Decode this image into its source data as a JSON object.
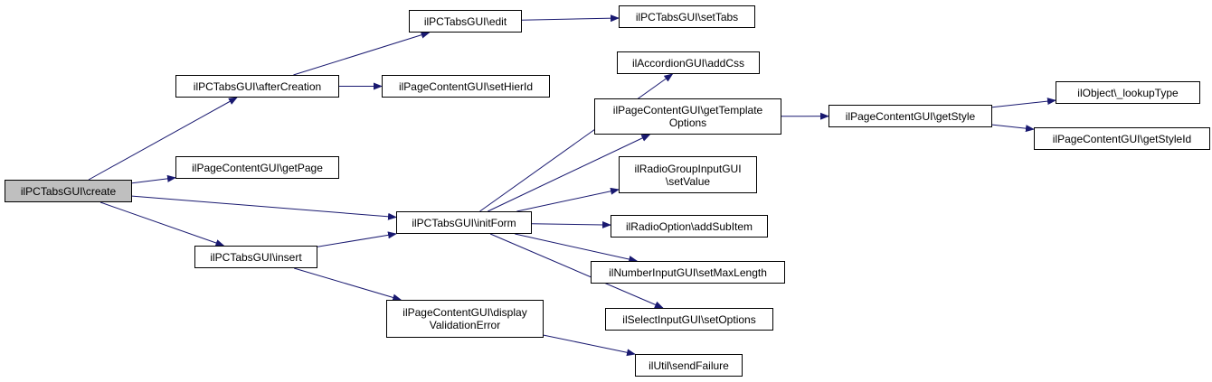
{
  "graph": {
    "edge_color": "#191970",
    "root_fill": "#bfbfbf",
    "nodes": [
      {
        "id": "create",
        "lines": [
          "ilPCTabsGUI\\create"
        ],
        "root": true
      },
      {
        "id": "afterCreation",
        "lines": [
          "ilPCTabsGUI\\afterCreation"
        ]
      },
      {
        "id": "getPage",
        "lines": [
          "ilPageContentGUI\\getPage"
        ]
      },
      {
        "id": "insert",
        "lines": [
          "ilPCTabsGUI\\insert"
        ]
      },
      {
        "id": "edit",
        "lines": [
          "ilPCTabsGUI\\edit"
        ]
      },
      {
        "id": "setHierId",
        "lines": [
          "ilPageContentGUI\\setHierId"
        ]
      },
      {
        "id": "initForm",
        "lines": [
          "ilPCTabsGUI\\initForm"
        ]
      },
      {
        "id": "displayValidationError",
        "lines": [
          "ilPageContentGUI\\display",
          "ValidationError"
        ]
      },
      {
        "id": "setTabs",
        "lines": [
          "ilPCTabsGUI\\setTabs"
        ]
      },
      {
        "id": "addCss",
        "lines": [
          "ilAccordionGUI\\addCss"
        ]
      },
      {
        "id": "getTemplateOptions",
        "lines": [
          "ilPageContentGUI\\getTemplate",
          "Options"
        ]
      },
      {
        "id": "setValue",
        "lines": [
          "ilRadioGroupInputGUI",
          "\\setValue"
        ]
      },
      {
        "id": "addSubItem",
        "lines": [
          "ilRadioOption\\addSubItem"
        ]
      },
      {
        "id": "setMaxLength",
        "lines": [
          "ilNumberInputGUI\\setMaxLength"
        ]
      },
      {
        "id": "setOptions",
        "lines": [
          "ilSelectInputGUI\\setOptions"
        ]
      },
      {
        "id": "sendFailure",
        "lines": [
          "ilUtil\\sendFailure"
        ]
      },
      {
        "id": "getStyle",
        "lines": [
          "ilPageContentGUI\\getStyle"
        ]
      },
      {
        "id": "lookupType",
        "lines": [
          "ilObject\\_lookupType"
        ]
      },
      {
        "id": "getStyleId",
        "lines": [
          "ilPageContentGUI\\getStyleId"
        ]
      }
    ],
    "edges": [
      {
        "from": "create",
        "to": "afterCreation"
      },
      {
        "from": "create",
        "to": "getPage"
      },
      {
        "from": "create",
        "to": "initForm"
      },
      {
        "from": "create",
        "to": "insert"
      },
      {
        "from": "afterCreation",
        "to": "edit"
      },
      {
        "from": "afterCreation",
        "to": "setHierId"
      },
      {
        "from": "edit",
        "to": "setTabs"
      },
      {
        "from": "insert",
        "to": "initForm"
      },
      {
        "from": "insert",
        "to": "displayValidationError"
      },
      {
        "from": "initForm",
        "to": "addCss"
      },
      {
        "from": "initForm",
        "to": "getTemplateOptions"
      },
      {
        "from": "initForm",
        "to": "setValue"
      },
      {
        "from": "initForm",
        "to": "addSubItem"
      },
      {
        "from": "initForm",
        "to": "setMaxLength"
      },
      {
        "from": "initForm",
        "to": "setOptions"
      },
      {
        "from": "displayValidationError",
        "to": "sendFailure"
      },
      {
        "from": "getTemplateOptions",
        "to": "getStyle"
      },
      {
        "from": "getStyle",
        "to": "lookupType"
      },
      {
        "from": "getStyle",
        "to": "getStyleId"
      }
    ]
  }
}
